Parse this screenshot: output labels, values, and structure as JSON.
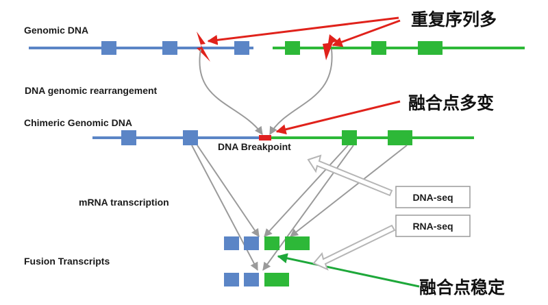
{
  "labels": {
    "genomic_dna": "Genomic DNA",
    "rearrangement": "DNA genomic rearrangement",
    "chimeric": "Chimeric Genomic DNA",
    "breakpoint": "DNA Breakpoint",
    "transcription": "mRNA transcription",
    "fusion": "Fusion Transcripts",
    "dna_seq": "DNA-seq",
    "rna_seq": "RNA-seq"
  },
  "annotations": {
    "repeats": "重复序列多",
    "fusion_variable": "融合点多变",
    "fusion_stable": "融合点稳定"
  },
  "colors": {
    "gene_a": "#5b85c6",
    "gene_b": "#2db838",
    "breakpoint": "#e02020",
    "arrow_red": "#e0221b",
    "arrow_green": "#1ea83a",
    "arrow_gray": "#9a9a9a",
    "text": "#1a1a1a"
  }
}
